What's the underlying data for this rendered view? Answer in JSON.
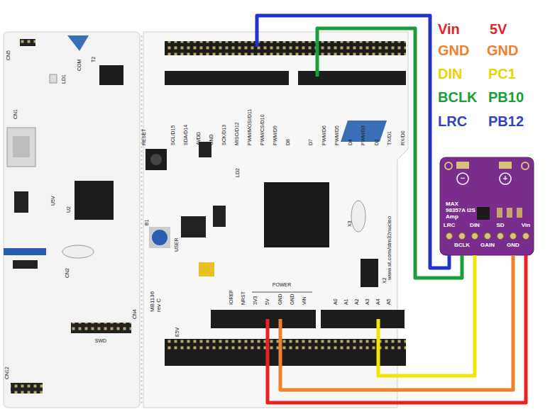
{
  "diagram": {
    "nodes": [
      {
        "text": [
          "MB1136 rev C"
        ]
      },
      {
        "text": [
          "MAX 98357A I2S Amp"
        ]
      }
    ],
    "edges": [
      {
        "from": 0,
        "to": 1,
        "arrow": "none"
      },
      {
        "from": 0,
        "to": 1,
        "arrow": "none"
      },
      {
        "from": 0,
        "to": 1,
        "arrow": "none"
      },
      {
        "from": 0,
        "to": 1,
        "arrow": "none"
      },
      {
        "from": 0,
        "to": 1,
        "arrow": "none"
      }
    ],
    "labels": [
      "Vin",
      "5V",
      "GND",
      "GND",
      "DIN",
      "PC1",
      "BCLK",
      "PB10",
      "LRC",
      "PB12",
      "LRC",
      "DIN",
      "SD",
      "Vin",
      "BCLK",
      "GAIN",
      "GND",
      "−",
      "+",
      "SCL/D15",
      "SDA/D14",
      "AVDD",
      "GND",
      "SCK/D13",
      "MISO/D12",
      "PWM/MOSI/D11",
      "PWM/CS/D10",
      "PWM/D9",
      "D8",
      "D7",
      "PWM/D6",
      "PWM/D5",
      "D4",
      "PWM/D3",
      "D2",
      "TX/D1",
      "RX/D0",
      "IOREF",
      "NRST",
      "3V3",
      "5V",
      "GND",
      "GND",
      "VIN",
      "POWER",
      "A0",
      "A1",
      "A2",
      "A3",
      "A4",
      "A5",
      "www.st.com/stm32nucleo",
      "RESET",
      "B1",
      "USER",
      "CN1",
      "CN2",
      "CN4",
      "CN12",
      "SWD",
      "COM",
      "LD1",
      "U2",
      "T2",
      "E5V",
      "LD2",
      "X3",
      "X2",
      "CN5",
      "U5V"
    ]
  }
}
